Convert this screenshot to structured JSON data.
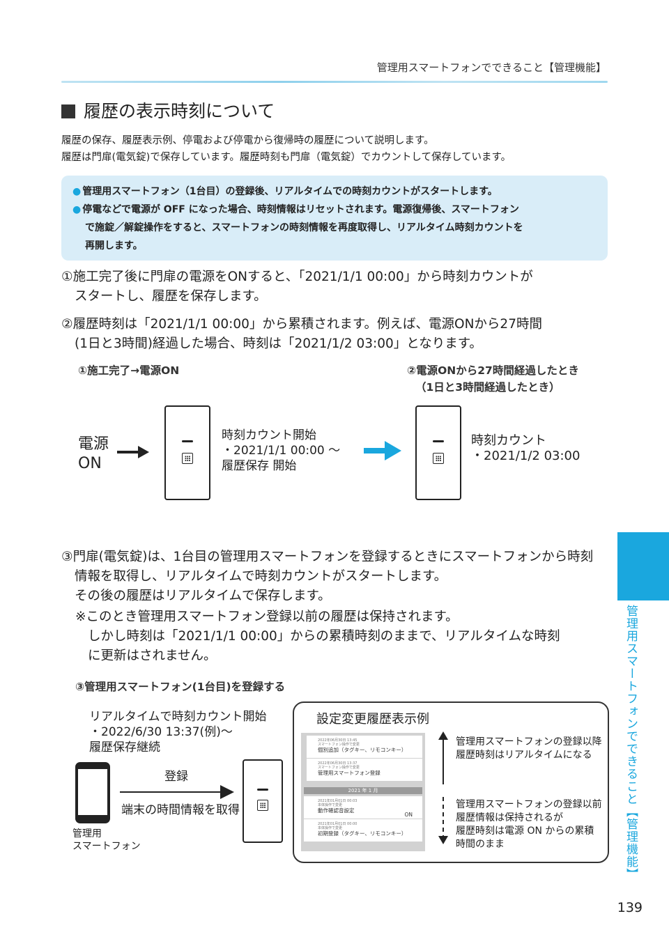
{
  "header": {
    "title": "管理用スマートフォンでできること【管理機能】"
  },
  "section": {
    "title": "履歴の表示時刻について"
  },
  "intro": {
    "line1": "履歴の保存、履歴表示例、停電および停電から復帰時の履歴について説明します。",
    "line2": "履歴は門扉(電気錠)で保存しています。履歴時刻も門扉（電気錠）でカウントして保存しています。"
  },
  "notes": {
    "bullet": "●",
    "item1": "管理用スマートフォン（1台目）の登録後、リアルタイムでの時刻カウントがスタートします。",
    "item2_line1": "停電などで電源が OFF になった場合、時刻情報はリセットされます。電源復帰後、スマートフォン",
    "item2_line2": "で施錠／解錠操作をすると、スマートフォンの時刻情報を再度取得し、リアルタイム時刻カウントを",
    "item2_line3": "再開します。"
  },
  "step1": {
    "line1": "①施工完了後に門扉の電源をONすると、「2021/1/1 00:00」から時刻カウントが",
    "line2": "スタートし、履歴を保存します。"
  },
  "step2": {
    "line1": "②履歴時刻は「2021/1/1 00:00」から累積されます。例えば、電源ONから27時間",
    "line2": "(1日と3時間)経過した場合、時刻は「2021/1/2 03:00」となります。"
  },
  "diagram1": {
    "left_caption": "①施工完了→電源ON",
    "right_caption_line1": "②電源ONから27時間経過したとき",
    "right_caption_line2": "（1日と3時間経過したとき）",
    "power_label_line1": "電源",
    "power_label_line2": "ON",
    "start_line1": "時刻カウント開始",
    "start_line2": "・2021/1/1 00:00 〜",
    "start_line3": "履歴保存 開始",
    "after_line1": "時刻カウント",
    "after_line2": "・2021/1/2 03:00"
  },
  "step3": {
    "line1": "③門扉(電気錠)は、1台目の管理用スマートフォンを登録するときにスマートフォンから時刻",
    "line2": "情報を取得し、リアルタイムで時刻カウントがスタートします。",
    "line3": "その後の履歴はリアルタイムで保存します。",
    "note1": "※このとき管理用スマートフォン登録以前の履歴は保持されます。",
    "note2": "しかし時刻は「2021/1/1 00:00」からの累積時刻のままで、リアルタイムな時刻",
    "note3": "に更新はされません。"
  },
  "diagram2": {
    "caption": "③管理用スマートフォン(1台目)を登録する",
    "realtime_line1": "リアルタイムで時刻カウント開始",
    "realtime_line2": "・2022/6/30 13:37(例)〜",
    "realtime_line3": "履歴保存継続",
    "register_label": "登録",
    "get_time_label": "端末の時間情報を取得",
    "phone_label_line1": "管理用",
    "phone_label_line2": "スマートフォン",
    "history_title": "設定変更履歴表示例",
    "entries_top": [
      {
        "date": "2022年06月30日 13:45",
        "sub": "スマートフォン操作で変更",
        "text": "個別追加（タグキー、リモコンキー）"
      },
      {
        "date": "2022年06月30日 13:37",
        "sub": "スマートフォン操作で変更",
        "text": "管理用スマートフォン登録"
      }
    ],
    "month_label": "2021 年 1 月",
    "entries_bottom": [
      {
        "date": "2021年01月01日 00:03",
        "sub": "本体操作で変更",
        "text": "動作確認音設定",
        "value": "ON"
      },
      {
        "date": "2021年01月01日 00:00",
        "sub": "本体操作で変更",
        "text": "初期登録（タグキー、リモコンキー）"
      }
    ],
    "after_note_line1": "管理用スマートフォンの登録以降",
    "after_note_line2": "履歴時刻はリアルタイムになる",
    "before_note_line1": "管理用スマートフォンの登録以前",
    "before_note_line2": "履歴情報は保持されるが",
    "before_note_line3": "履歴時刻は電源 ON からの累積",
    "before_note_line4": "時間のまま"
  },
  "side_tab": {
    "label": "管理用スマートフォンでできること【管理機能】"
  },
  "page_number": "139",
  "colors": {
    "accent": "#1aa7de",
    "note_bg": "#d9edf8"
  }
}
